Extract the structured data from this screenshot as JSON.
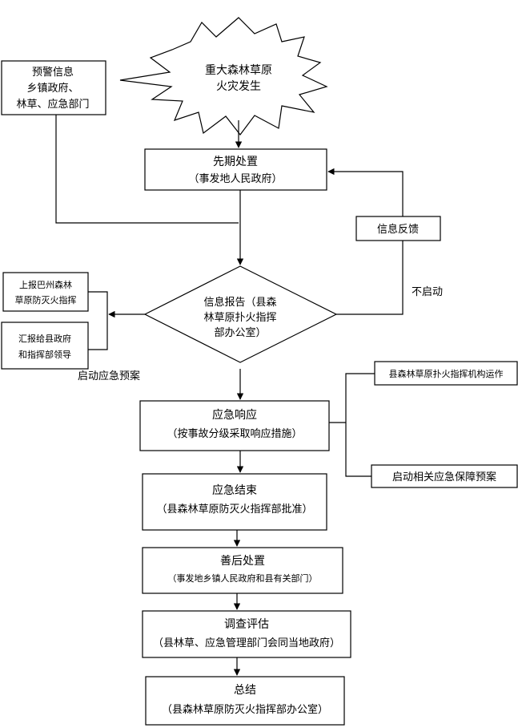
{
  "nodes": {
    "fire": {
      "line1": "重大森林草原",
      "line2": "火灾发生"
    },
    "warning": {
      "line1": "预警信息",
      "line2": "乡镇政府、",
      "line3": "林草、应急部门"
    },
    "initial": {
      "line1": "先期处置",
      "line2": "（事发地人民政府）"
    },
    "feedback": {
      "label": "信息反馈"
    },
    "report": {
      "line1": "信息报告（县森",
      "line2": "林草原扑火指挥",
      "line3": "部办公室）"
    },
    "report_up": {
      "line1": "上报巴州森林",
      "line2": "草原防灭火指挥"
    },
    "report_county": {
      "line1": "汇报给县政府",
      "line2": "和指挥部领导"
    },
    "response": {
      "line1": "应急响应",
      "line2": "（按事故分级采取响应措施）"
    },
    "agency": {
      "label": "县森林草原扑火指挥机构运作"
    },
    "support": {
      "label": "启动相关应急保障预案"
    },
    "end": {
      "line1": "应急结束",
      "line2": "（县森林草原防灭火指挥部批准）"
    },
    "aftermath": {
      "line1": "善后处置",
      "line2": "（事发地乡镇人民政府和县有关部门）"
    },
    "investigation": {
      "line1": "调查评估",
      "line2": "（县林草、应急管理部门会同当地政府）"
    },
    "summary": {
      "line1": "总结",
      "line2": "（县森林草原防灭火指挥部办公室）"
    }
  },
  "labels": {
    "no_start": "不启动",
    "start_plan": "启动应急预案"
  }
}
